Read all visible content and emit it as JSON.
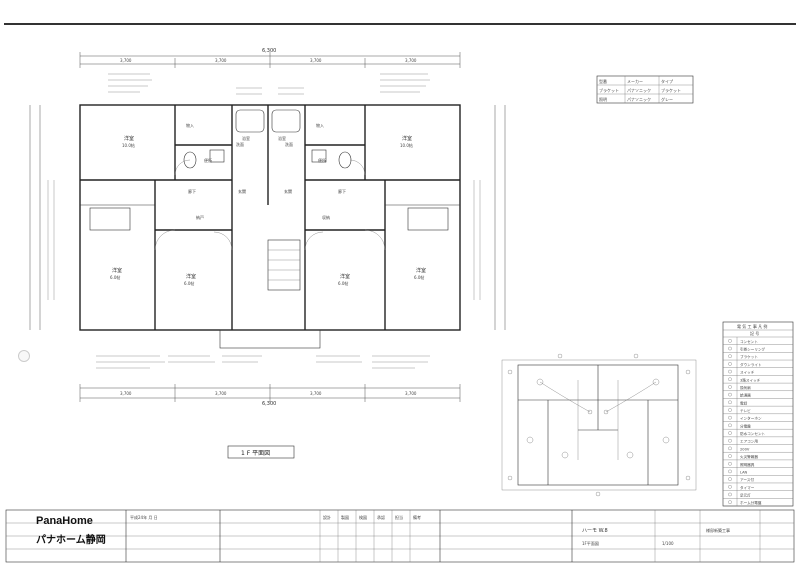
{
  "plan": {
    "title": "1 F 平面図",
    "total_width": "6,300",
    "sections": [
      "3,700",
      "3,700",
      "3,700",
      "3,700"
    ],
    "rooms": {
      "left_upper": {
        "name": "洋室",
        "area": "10.0帖"
      },
      "right_upper": {
        "name": "洋室",
        "area": "10.0帖"
      },
      "left_lower_a": {
        "name": "洋室",
        "area": "6.0帖"
      },
      "left_lower_b": {
        "name": "洋室",
        "area": "6.0帖"
      },
      "right_lower_a": {
        "name": "洋室",
        "area": "6.0帖"
      },
      "right_lower_b": {
        "name": "洋室",
        "area": "6.0帖"
      },
      "left_toilet": "便所",
      "right_toilet": "便所",
      "left_wash": "洗面",
      "right_wash": "洗面",
      "left_bath": "浴室",
      "right_bath": "浴室",
      "left_entry": "玄関",
      "right_entry": "玄関",
      "left_hall": "廊下",
      "right_hall": "廊下",
      "left_storage": "納戸",
      "right_storage": "収納",
      "left_closet": "物入",
      "right_closet": "物入"
    }
  },
  "legend_top": {
    "rows": [
      [
        "型番",
        "メーカー",
        "タイプ"
      ],
      [
        "ブラケット",
        "パナソニック",
        "ブラケット"
      ],
      [
        "照明",
        "パナソニック",
        "グレー"
      ]
    ]
  },
  "symbol_legend": {
    "header": "電 気 工 事 凡 例",
    "subheader": "記 号",
    "items": [
      "コンセント",
      "引掛シーリング",
      "ブラケット",
      "ダウンライト",
      "スイッチ",
      "3路スイッチ",
      "換気扇",
      "給湯器",
      "電話",
      "テレビ",
      "インターホン",
      "分電盤",
      "防水コンセント",
      "エアコン用",
      "200V",
      "火災警報器",
      "照明器具",
      "LAN",
      "アース付",
      "タイマー",
      "足元灯",
      "ホーム分電盤"
    ]
  },
  "title_block": {
    "brand": "PanaHome",
    "company": "パナホーム静岡",
    "date": "平成24年 月 日",
    "project": "ハーモ W.8",
    "drawing": "1F平面図",
    "scale": "1/100",
    "owner": "様邸新築工事",
    "cols": [
      "設計",
      "製図",
      "検図",
      "承認",
      "担当",
      "備考"
    ]
  },
  "colors": {
    "line": "#222222",
    "paper": "#ffffff",
    "binder": "#f0f0f0"
  }
}
